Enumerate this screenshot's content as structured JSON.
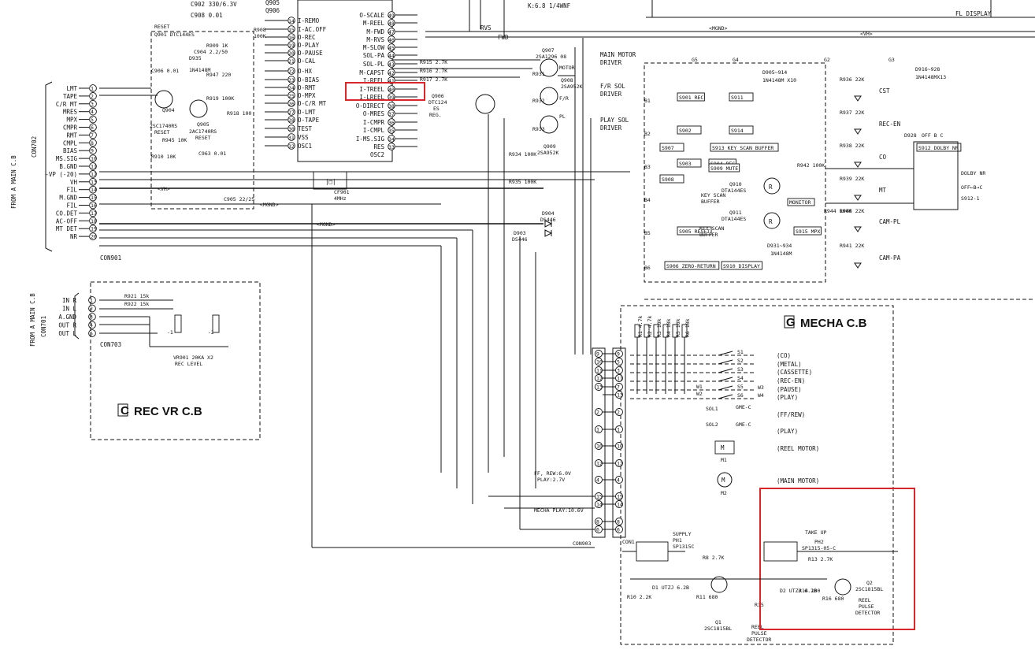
{
  "top": {
    "strip": [
      "C902 330/6.3V",
      "C908 0.01",
      "Q905",
      "Q906",
      "K:6.8 1/4WNF",
      "FL DISPLAY"
    ],
    "pin_labels_top": [
      "I-REMO",
      "I-AC.OFF",
      "O-REC",
      "O-PLAY",
      "O-PAUSE",
      "O-CAL",
      "O-HX",
      "O-BIAS",
      "O-RMT",
      "O-MPX",
      "O-C/R MT",
      "O-LMT",
      "O-TAPE",
      "TEST",
      "VSS",
      "OSC1"
    ],
    "pin_numbers_top": [
      "14",
      "15",
      "16",
      "19",
      "20",
      "21",
      "22",
      "23",
      "24",
      "25",
      "26",
      "27",
      "28",
      "30",
      "31",
      "32"
    ],
    "pin_labels_right": [
      "O-SCALE",
      "M-REEL",
      "M-FWD",
      "M-RVS",
      "M-SLOW",
      "SOL-PA",
      "SOL-PL",
      "M-CAPST",
      "I-REEL",
      "I-TREEL",
      "I-LREEL",
      "O-DIRECT",
      "O-MRES",
      "I-CMPR",
      "I-CMPL",
      "I-MS.SIG",
      "RES",
      "OSC2"
    ],
    "pin_numbers_right": [
      "49",
      "48",
      "47",
      "46",
      "45",
      "44",
      "43",
      "42",
      "41",
      "40",
      "39",
      "38",
      "37",
      "36",
      "35",
      "34",
      "33"
    ],
    "highlight_label": "I-TREEL"
  },
  "con702": {
    "title": "CON702",
    "from": "FROM A MAIN C.B",
    "pins": [
      "LMT",
      "TAPE",
      "C/R MT",
      "MRES",
      "MPX",
      "CMPR",
      "RMT",
      "CMPL",
      "BIAS",
      "MS.SIG",
      "B.GND",
      "-VP (-20)",
      "VH",
      "FIL",
      "M.GND",
      "FIL",
      "CO.DET",
      "AC-OFF",
      "MT DET",
      "NR"
    ],
    "numbers": [
      "1",
      "2",
      "3",
      "4",
      "5",
      "6",
      "7",
      "8",
      "9",
      "10",
      "11",
      "12",
      "13",
      "14",
      "15",
      "16",
      "17",
      "18",
      "19",
      "20"
    ],
    "footer": "CON901"
  },
  "con701": {
    "title": "CON701",
    "from": "FROM A MAIN C.B",
    "pins": [
      "IN R",
      "IN L",
      "A.GND",
      "OUT R",
      "OUT L"
    ],
    "numbers": [
      "1",
      "2",
      "3",
      "4",
      "5"
    ],
    "footer": "CON703",
    "parts": [
      "R921 15k",
      "R922 15k",
      "VR901 20KA X2",
      "REC LEVEL",
      "-1",
      "-2"
    ]
  },
  "rec_vr": {
    "letter": "C",
    "title": "REC VR C.B"
  },
  "mecha": {
    "letter": "G",
    "title": "MECHA C.B",
    "switches": [
      "S1",
      "S2",
      "S3",
      "S4",
      "S5",
      "S6"
    ],
    "labels": [
      "(CO)",
      "(METAL)",
      "(CASSETTE)",
      "(REC-EN)",
      "(PAUSE)",
      "(PLAY)",
      "(FF/REW)",
      "(PLAY)",
      "(REEL MOTOR)",
      "(MAIN MOTOR)"
    ],
    "parts": [
      "SOL1",
      "SOL2",
      "GME-C",
      "M1",
      "M2",
      "W1",
      "W2",
      "W3",
      "W4"
    ],
    "resistors": [
      "R1 4.7k",
      "R2 4.7k",
      "R3 10k",
      "R4 10k",
      "R5 10k",
      "R6 10k"
    ],
    "con_pins_left": [
      "9",
      "10",
      "11",
      "12",
      "13",
      "2",
      "1",
      "10",
      "12",
      "4",
      "15",
      "14",
      "8",
      "6"
    ],
    "con_pins_right": [
      "9",
      "5",
      "3",
      "11",
      "7",
      "13",
      "2",
      "1",
      "10",
      "12",
      "4",
      "15",
      "14",
      "8",
      "6"
    ],
    "footer_con": "CON903",
    "voltages": [
      "FF, REW:6.0V",
      "PLAY:2.7V",
      "MECHA PLAY:10.6V"
    ],
    "supply": {
      "name": "SUPPLY",
      "ph": "PH1",
      "part": "SP1315C",
      "con": "CON1"
    },
    "take_up": {
      "name": "TAKE UP",
      "ph": "PH2",
      "part": "SP1315-05-C"
    },
    "q1": [
      "Q1",
      "2SC1815BL"
    ],
    "q2": [
      "Q2",
      "2SC1815BL"
    ],
    "reel_pulse": [
      "REEL",
      "PULSE",
      "DETECTOR"
    ],
    "small_parts": [
      "R10 2.2K",
      "D1 UTZJ 6.2B",
      "R11 680",
      "R8 2.7K",
      "R15",
      "D2 UTZJ 6.2B",
      "R14 100",
      "R13 2.7K",
      "R16 680"
    ]
  },
  "q_stage": {
    "q907": [
      "Q907",
      "2SA1296 08",
      "MOTOR"
    ],
    "q908": [
      "Q908",
      "2SA952K",
      "F/R"
    ],
    "q909": [
      "Q909",
      "2SA952K",
      "PL"
    ],
    "q906": [
      "Q906",
      "DTC124",
      "ES",
      "REG."
    ],
    "resistors": [
      "R915 2.7K",
      "R916 2.7K",
      "R917 2.7K",
      "R934 100K",
      "R935 100K",
      "R931",
      "R932",
      "R933"
    ],
    "diodes": [
      "D904",
      "DS446",
      "D903",
      "DS446"
    ],
    "lines": [
      "RVS",
      "FWD",
      "VH",
      "MGND"
    ]
  },
  "left_block": {
    "items": [
      "RESET",
      "Q901 DTC144ES",
      "Q904",
      "2SC1740RS",
      "RESET",
      "Q905",
      "2AC1740RS",
      "RESET",
      "R909 1K",
      "C904 2.2/50",
      "D935",
      "1N4148M",
      "R947 220",
      "R919 100K",
      "R918 100",
      "R945 10K",
      "C963 0.01",
      "R910 10K",
      "C905 22/25",
      "C906 0.01",
      "CF901",
      "4MHz",
      "R908",
      "100K"
    ]
  },
  "right_panel": {
    "head": [
      "MAIN MOTOR",
      "DRIVER",
      "F/R SOL",
      "DRIVER",
      "PLAY SOL",
      "DRIVER"
    ],
    "groups": [
      "G5",
      "G4",
      "G2",
      "G3",
      "B1",
      "B2",
      "B3",
      "B4",
      "B5",
      "B6"
    ],
    "switches": [
      "S901 REC",
      "S902",
      "S903",
      "S904 REC",
      "S909 MUTE",
      "S905 RESET",
      "S906 ZERO-RETURN",
      "S907",
      "S908",
      "S910 DISPLAY",
      "S911",
      "S913 KEY SCAN BUFFER",
      "S914",
      "S915 MPX",
      "S912 DOLBY NR"
    ],
    "diode_ranges": [
      "D905~914",
      "1N4148M X10",
      "D916~928",
      "1N4148MX13",
      "D931~934",
      "1N4148M"
    ],
    "q910": [
      "Q910",
      "DTA144ES",
      "KEY SCAN",
      "BUFFER"
    ],
    "q911": [
      "Q911",
      "DTA144ES",
      "KEY SCAN",
      "BUFFER"
    ],
    "monitor": "MONITOR",
    "cst_labels": [
      "CST",
      "REC-EN",
      "CO",
      "MT",
      "CAM-PL",
      "CAM-PA"
    ],
    "resistors": [
      "R936 22K",
      "R937 22K",
      "R938 22K",
      "R939 22K",
      "R940 22K",
      "R941 22K",
      "R942 100K",
      "R944 100K"
    ],
    "dolby": [
      "D928",
      "OFF B C",
      "DOLBY NR",
      "OFF←B→C",
      "S912-1"
    ]
  }
}
